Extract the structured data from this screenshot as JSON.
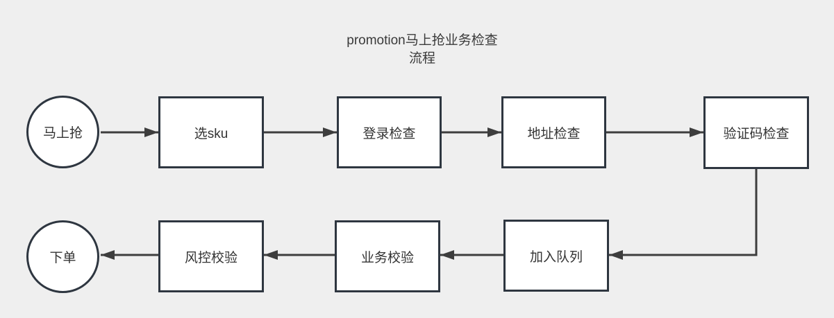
{
  "title": {
    "line1": "promotion马上抢业务检查",
    "line2": "流程"
  },
  "nodes": {
    "start": {
      "label": "马上抢",
      "shape": "circle"
    },
    "select_sku": {
      "label": "选sku",
      "shape": "rect"
    },
    "login_check": {
      "label": "登录检查",
      "shape": "rect"
    },
    "address_check": {
      "label": "地址检查",
      "shape": "rect"
    },
    "captcha_check": {
      "label": "验证码检查",
      "shape": "rect"
    },
    "join_queue": {
      "label": "加入队列",
      "shape": "rect"
    },
    "business_check": {
      "label": "业务校验",
      "shape": "rect"
    },
    "risk_check": {
      "label": "风控校验",
      "shape": "rect"
    },
    "place_order": {
      "label": "下单",
      "shape": "circle"
    }
  },
  "edges": [
    {
      "from": "start",
      "to": "select_sku"
    },
    {
      "from": "select_sku",
      "to": "login_check"
    },
    {
      "from": "login_check",
      "to": "address_check"
    },
    {
      "from": "address_check",
      "to": "captcha_check"
    },
    {
      "from": "captcha_check",
      "to": "join_queue"
    },
    {
      "from": "join_queue",
      "to": "business_check"
    },
    {
      "from": "business_check",
      "to": "risk_check"
    },
    {
      "from": "risk_check",
      "to": "place_order"
    }
  ],
  "colors": {
    "background": "#efefef",
    "node_border": "#2e3640",
    "node_fill": "#ffffff",
    "arrow": "#3d3d3d",
    "text": "#333333"
  }
}
